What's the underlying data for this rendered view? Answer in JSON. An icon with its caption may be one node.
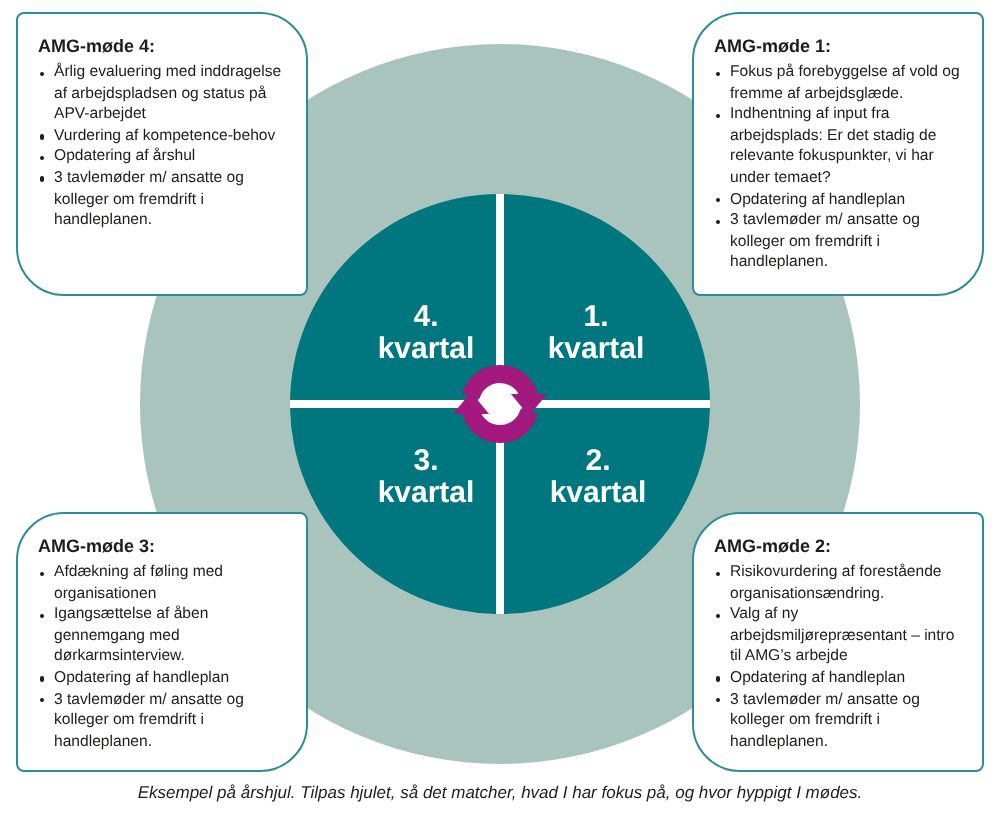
{
  "diagram": {
    "caption": "Eksempel på årshjul. Tilpas hjulet, så det matcher, hvad I har fokus på, og hvor hyppigt I mødes.",
    "nodes": [
      {
        "text": [
          "AMG-møde 4:",
          "Årlig evaluering med inddragelse af arbejdspladsen og status på APV-arbejdet",
          "Vurdering af kompetence-behov",
          "Opdatering af årshul",
          "3 tavlemøder m/ ansatte og kolleger om fremdrift i handleplanen."
        ]
      },
      {
        "text": [
          "AMG-møde 1:",
          "Fokus på forebyggelse af vold og fremme af arbejdsglæde.",
          "Indhentning af input fra arbejdsplads: Er det stadig de relevante fokuspunkter, vi har under temaet?",
          "Opdatering af handleplan",
          "3 tavlemøder m/ ansatte og kolleger om fremdrift i handleplanen."
        ]
      },
      {
        "text": [
          "4. kvartal"
        ]
      },
      {
        "text": [
          "1. kvartal"
        ]
      },
      {
        "text": [
          "3. kvartal"
        ]
      },
      {
        "text": [
          "2. kvartal"
        ]
      },
      {
        "text": [
          "AMG-møde 3:",
          "Afdækning af føling med organisationen",
          "Igangsættelse af åben gennemgang med dørkarmsinterview.",
          "Opdatering af handleplan",
          "3 tavlemøder m/ ansatte og kolleger om fremdrift i handleplanen."
        ]
      },
      {
        "text": [
          "AMG-møde 2:",
          "Risikovurdering af forestående organisationsændring.",
          "Valg af ny arbejdsmiljørepræsentant – intro til AMG’s arbejde",
          "Opdatering af handleplan",
          "3 tavlemøder m/ ansatte og kolleger om fremdrift i handleplanen."
        ]
      }
    ]
  }
}
